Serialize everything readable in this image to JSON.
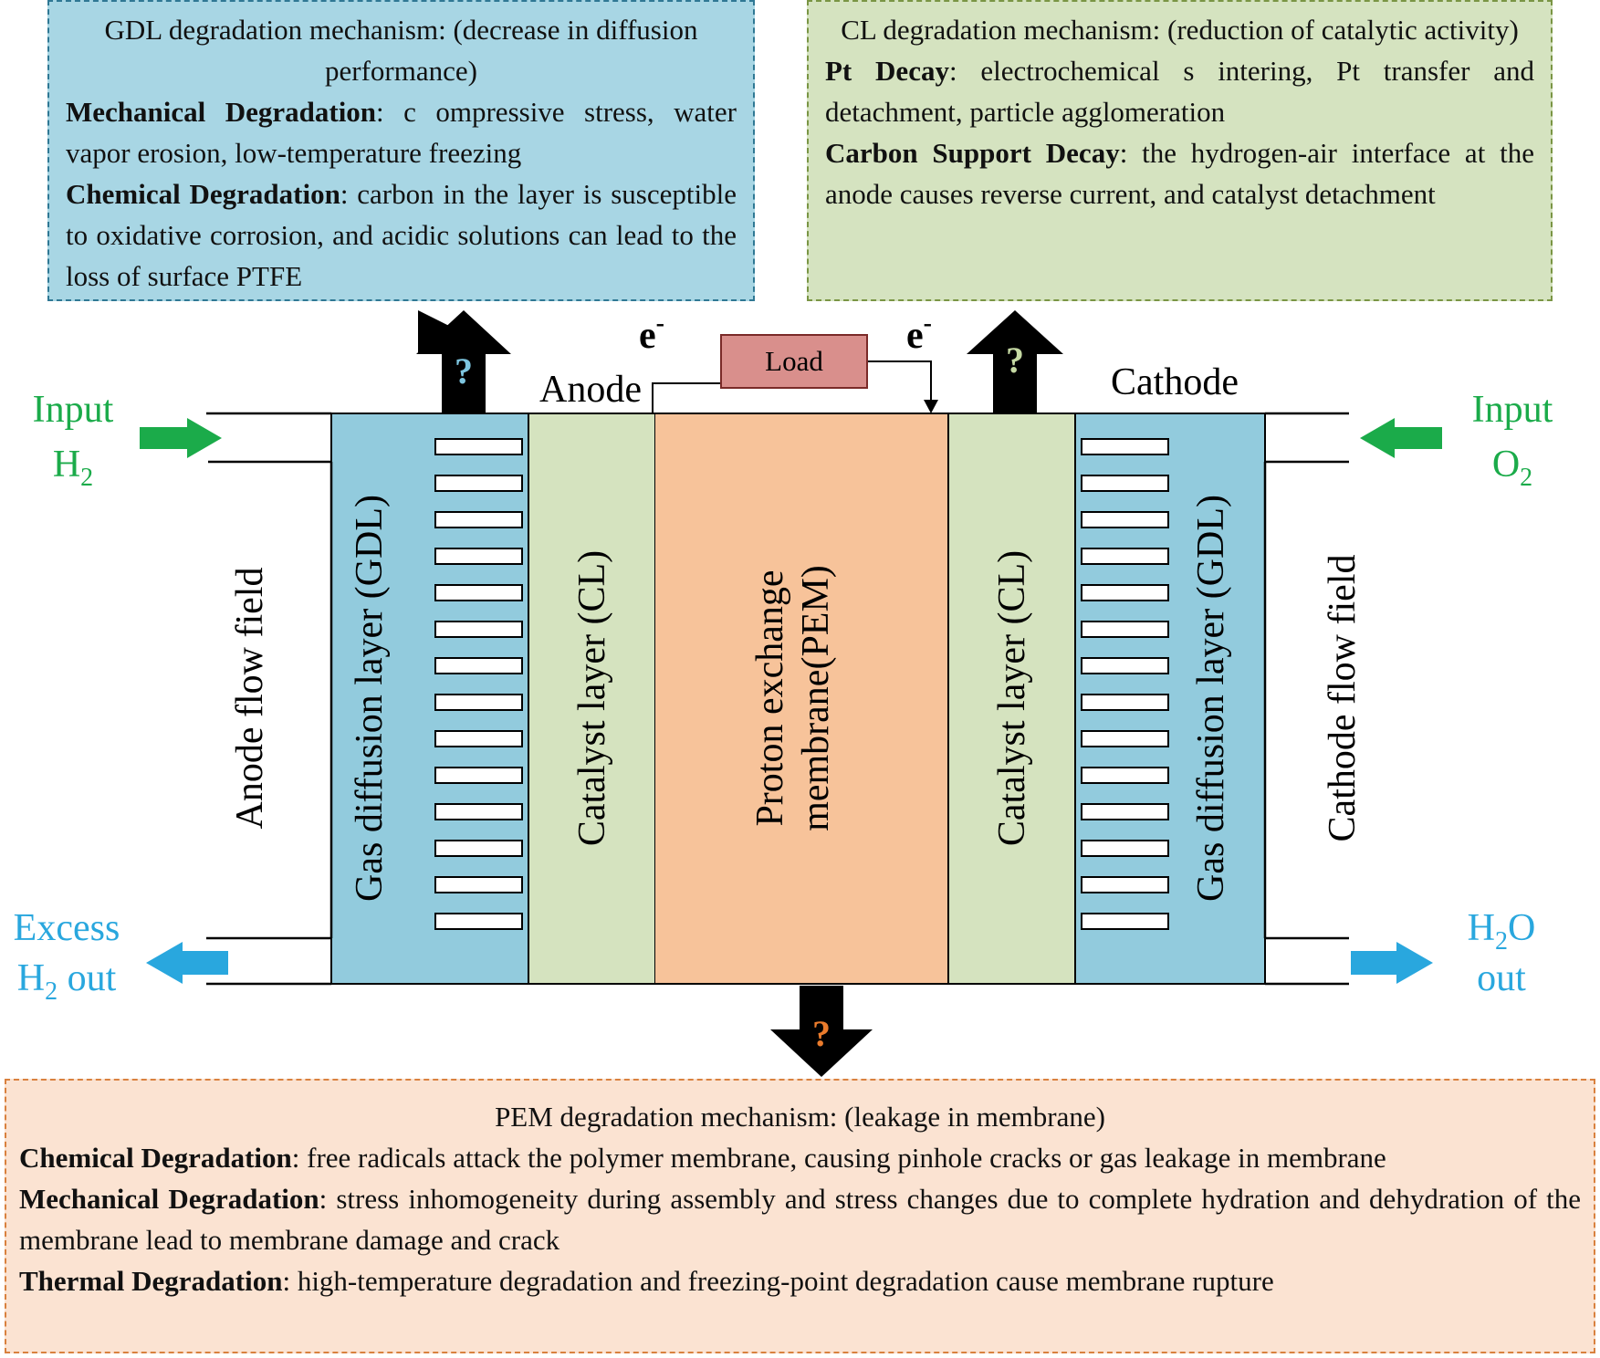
{
  "gdl_box": {
    "title": "GDL degradation mechanism: (decrease in diffusion performance)",
    "items": [
      {
        "term": "Mechanical Degradation",
        "text": ": c ompressive stress, water vapor erosion, low-temperature freezing"
      },
      {
        "term": "Chemical Degradation",
        "text": ": carbon in the layer is susceptible to oxidative corrosion, and acidic solutions can lead to the loss of surface PTFE"
      }
    ]
  },
  "cl_box": {
    "title": "CL degradation mechanism: (reduction of catalytic activity)",
    "items": [
      {
        "term": "Pt Decay",
        "text": ": electrochemical s intering, Pt transfer and detachment,  particle agglomeration"
      },
      {
        "term": "Carbon Support Decay",
        "text": ": the hydrogen-air interface at the anode causes reverse current, and catalyst detachment"
      }
    ]
  },
  "pem_box": {
    "title": "PEM degradation mechanism: (leakage in membrane)",
    "items": [
      {
        "term": "Chemical Degradation",
        "text": ":  free radicals attack the polymer membrane, causing pinhole cracks or gas leakage in membrane"
      },
      {
        "term": "Mechanical Degradation",
        "text": ": stress inhomogeneity during assembly and stress changes due to complete hydration and dehydration of the membrane lead to membrane damage and crack"
      },
      {
        "term": "Thermal Degradation",
        "text": ": high-temperature degradation and freezing-point degradation cause membrane rupture"
      }
    ]
  },
  "diagram": {
    "anode_label": "Anode",
    "cathode_label": "Cathode",
    "load_label": "Load",
    "electron_symbol": "e",
    "electron_superscript": "-",
    "question_mark": "?",
    "input_h2_line1": "Input",
    "input_h2_line2_main": "H",
    "input_h2_line2_sub": "2",
    "input_o2_line1": "Input",
    "input_o2_line2_main": "O",
    "input_o2_line2_sub": "2",
    "excess_line1": "Excess",
    "excess_line2_main": "H",
    "excess_line2_sub": "2",
    "excess_line2_rest": " out",
    "h2o_line1_main": "H",
    "h2o_line1_sub": "2",
    "h2o_line1_rest": "O",
    "h2o_line2": "out",
    "anode_flow_field": "Anode flow field",
    "cathode_flow_field": "Cathode flow field",
    "gdl_left": "Gas diffusion layer (GDL)",
    "gdl_right": "Gas diffusion layer (GDL)",
    "cl_left": "Catalyst layer (CL)",
    "cl_right": "Catalyst layer (CL)",
    "pem_line1": "Proton exchange",
    "pem_line2": "membrane(PEM)"
  },
  "colors": {
    "gdl": "#92cbdd",
    "cl": "#d5e3bf",
    "pem": "#f7c39a",
    "load": "#d98f8c",
    "input_arrow": "#1bab4a",
    "output_arrow": "#29a7de",
    "q_gdl": "#7ec6e0",
    "q_cl": "#c5d9a3",
    "q_pem": "#ea7b2c"
  }
}
